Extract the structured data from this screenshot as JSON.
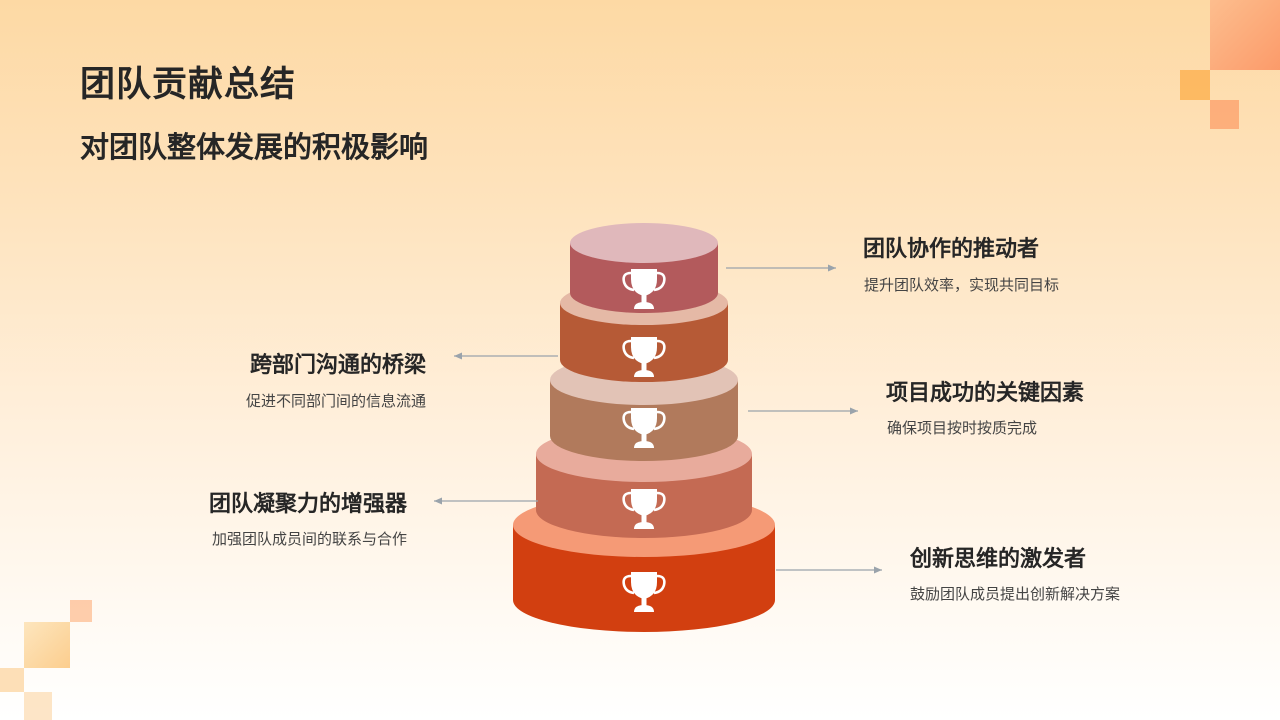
{
  "title": "团队贡献总结",
  "subtitle": "对团队整体发展的积极影响",
  "tiers": [
    {
      "title": "团队协作的推动者",
      "desc": "提升团队效率，实现共同目标"
    },
    {
      "title": "跨部门沟通的桥梁",
      "desc": "促进不同部门间的信息流通"
    },
    {
      "title": "项目成功的关键因素",
      "desc": "确保项目按时按质完成"
    },
    {
      "title": "团队凝聚力的增强器",
      "desc": "加强团队成员间的联系与合作"
    },
    {
      "title": "创新思维的激发者",
      "desc": "鼓励团队成员提出创新解决方案"
    }
  ],
  "colors": {
    "tier1": "#b35a5c",
    "tier2": "#b65a36",
    "tier3": "#b17a5c",
    "tier4": "#c46a53",
    "tier5": "#d23f10",
    "accent": "#fb9a48"
  },
  "icons": {
    "tier": "trophy-icon"
  }
}
